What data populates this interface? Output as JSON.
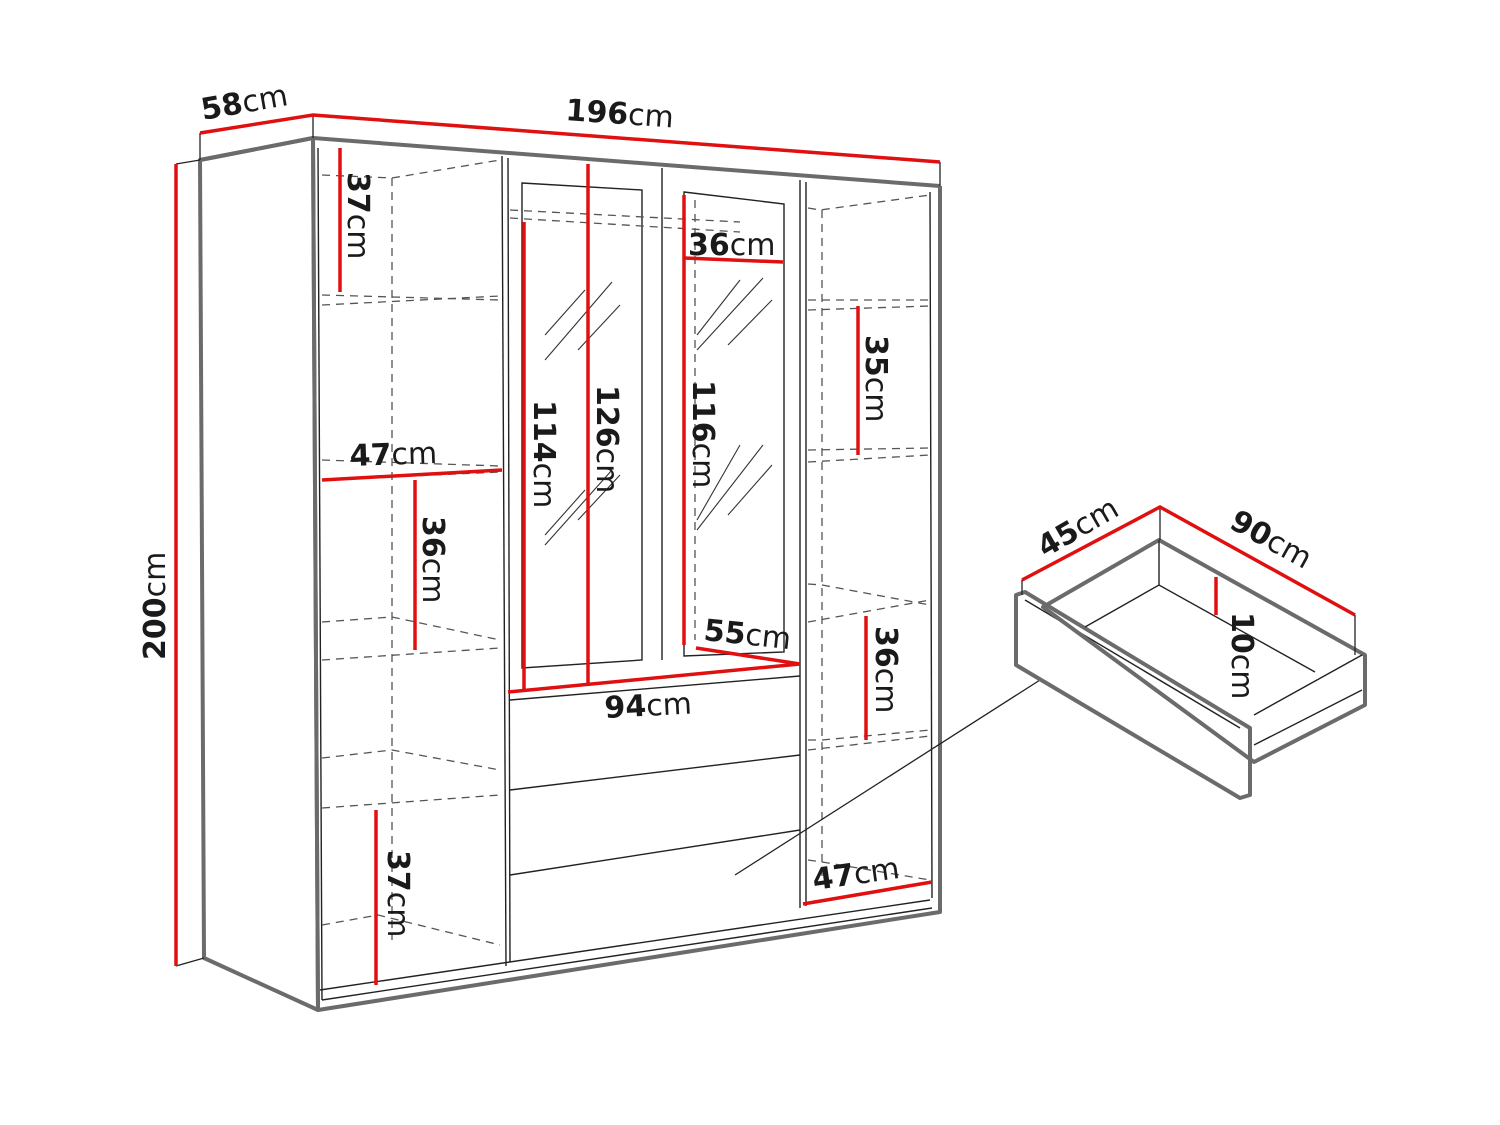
{
  "diagram": {
    "title": "Wardrobe dimension drawing",
    "accent_color": "#e01010",
    "line_color": "#6b6b6b",
    "unit": "cm",
    "wardrobe": {
      "depth": {
        "value": "58",
        "unit": "cm"
      },
      "width": {
        "value": "196",
        "unit": "cm"
      },
      "height": {
        "value": "200",
        "unit": "cm"
      },
      "left_compartment": {
        "top_shelf_height": {
          "value": "37",
          "unit": "cm"
        },
        "shelf_width": {
          "value": "47",
          "unit": "cm"
        },
        "middle_shelf_height": {
          "value": "36",
          "unit": "cm"
        },
        "bottom_shelf_height": {
          "value": "37",
          "unit": "cm"
        }
      },
      "center_compartment": {
        "left_hanging_height": {
          "value": "114",
          "unit": "cm"
        },
        "center_hanging_height": {
          "value": "126",
          "unit": "cm"
        },
        "right_hanging_height": {
          "value": "116",
          "unit": "cm"
        },
        "top_shelf_depth": {
          "value": "36",
          "unit": "cm"
        },
        "inner_depth": {
          "value": "55",
          "unit": "cm"
        },
        "width": {
          "value": "94",
          "unit": "cm"
        }
      },
      "right_compartment": {
        "upper_shelf_height": {
          "value": "35",
          "unit": "cm"
        },
        "lower_shelf_height": {
          "value": "36",
          "unit": "cm"
        },
        "shelf_width": {
          "value": "47",
          "unit": "cm"
        }
      }
    },
    "drawer": {
      "depth": {
        "value": "45",
        "unit": "cm"
      },
      "width": {
        "value": "90",
        "unit": "cm"
      },
      "height": {
        "value": "10",
        "unit": "cm"
      }
    }
  }
}
